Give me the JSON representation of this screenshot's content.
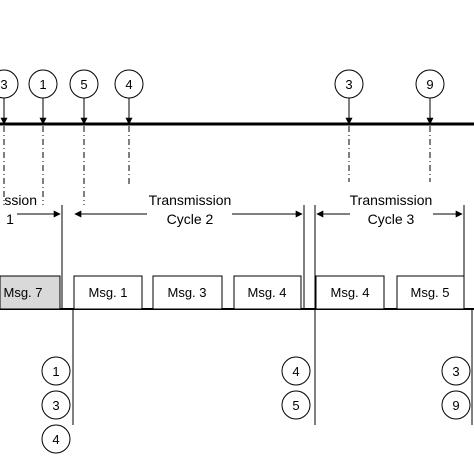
{
  "top_markers": [
    "3",
    "1",
    "5",
    "4",
    "3",
    "9"
  ],
  "cycles": [
    {
      "line1": "ssion",
      "line2": "1"
    },
    {
      "line1": "Transmission",
      "line2": "Cycle 2"
    },
    {
      "line1": "Transmission",
      "line2": "Cycle 3"
    }
  ],
  "messages": [
    "Msg. 7",
    "Msg. 1",
    "Msg. 3",
    "Msg. 4",
    "Msg. 4",
    "Msg. 5"
  ],
  "bottom_groups": [
    [
      "1",
      "3",
      "4"
    ],
    [
      "4",
      "5"
    ],
    [
      "3",
      "9"
    ]
  ],
  "colors": {
    "line": "#000000",
    "highlight_fill": "#d9d9d9",
    "box_fill": "#ffffff"
  }
}
